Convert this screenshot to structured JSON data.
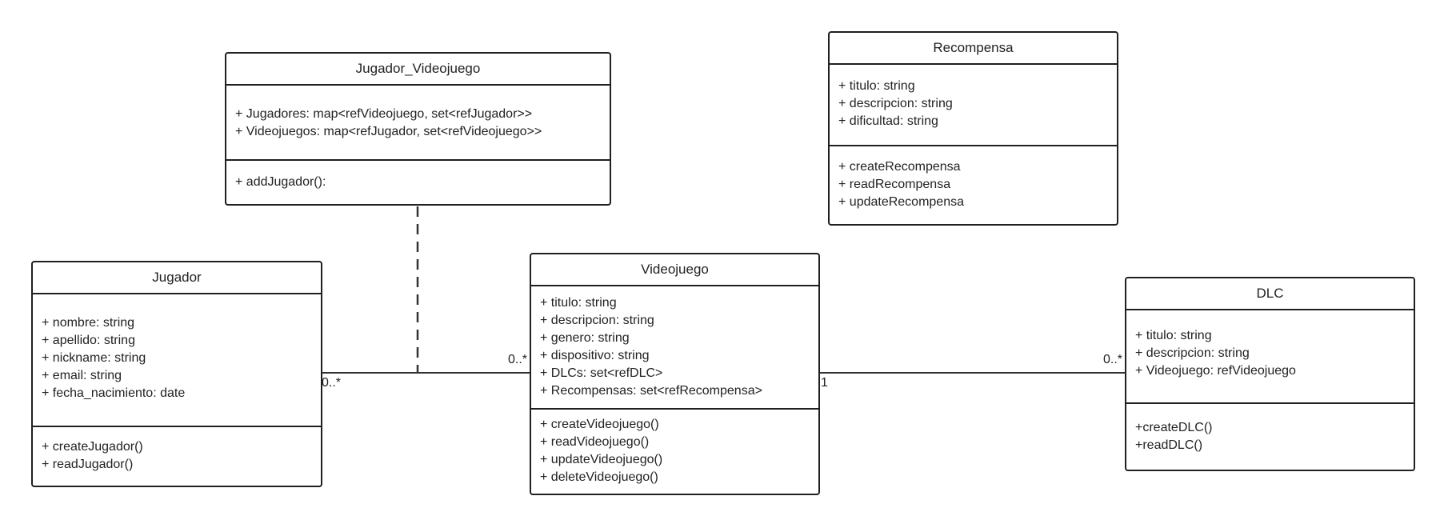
{
  "classes": {
    "jugador_videojuego": {
      "name": "Jugador_Videojuego",
      "attributes": [
        "+ Jugadores: map<refVideojuego, set<refJugador>>",
        "+ Videojuegos: map<refJugador, set<refVideojuego>>"
      ],
      "methods": [
        "+ addJugador():"
      ]
    },
    "recompensa": {
      "name": "Recompensa",
      "attributes": [
        "+ titulo: string",
        "+ descripcion: string",
        "+ dificultad: string"
      ],
      "methods": [
        "+ createRecompensa",
        "+ readRecompensa",
        "+ updateRecompensa"
      ]
    },
    "jugador": {
      "name": "Jugador",
      "attributes": [
        "+ nombre: string",
        "+ apellido: string",
        "+ nickname: string",
        "+ email: string",
        "+ fecha_nacimiento: date"
      ],
      "methods": [
        "+ createJugador()",
        "+ readJugador()"
      ]
    },
    "videojuego": {
      "name": "Videojuego",
      "attributes": [
        "+ titulo: string",
        "+ descripcion: string",
        "+ genero: string",
        "+ dispositivo: string",
        "+ DLCs: set<refDLC>",
        "+ Recompensas: set<refRecompensa>"
      ],
      "methods": [
        "+ createVideojuego()",
        "+ readVideojuego()",
        "+ updateVideojuego()",
        "+ deleteVideojuego()"
      ]
    },
    "dlc": {
      "name": "DLC",
      "attributes": [
        "+ titulo: string",
        "+ descripcion: string",
        "+ Videojuego: refVideojuego"
      ],
      "methods": [
        "+createDLC()",
        "+readDLC()"
      ]
    }
  },
  "associations": {
    "jugador_videojuego": {
      "jugador_end": "0..*",
      "videojuego_end": "0..*"
    },
    "videojuego_dlc": {
      "videojuego_end": "1",
      "dlc_end": "0..*"
    }
  }
}
